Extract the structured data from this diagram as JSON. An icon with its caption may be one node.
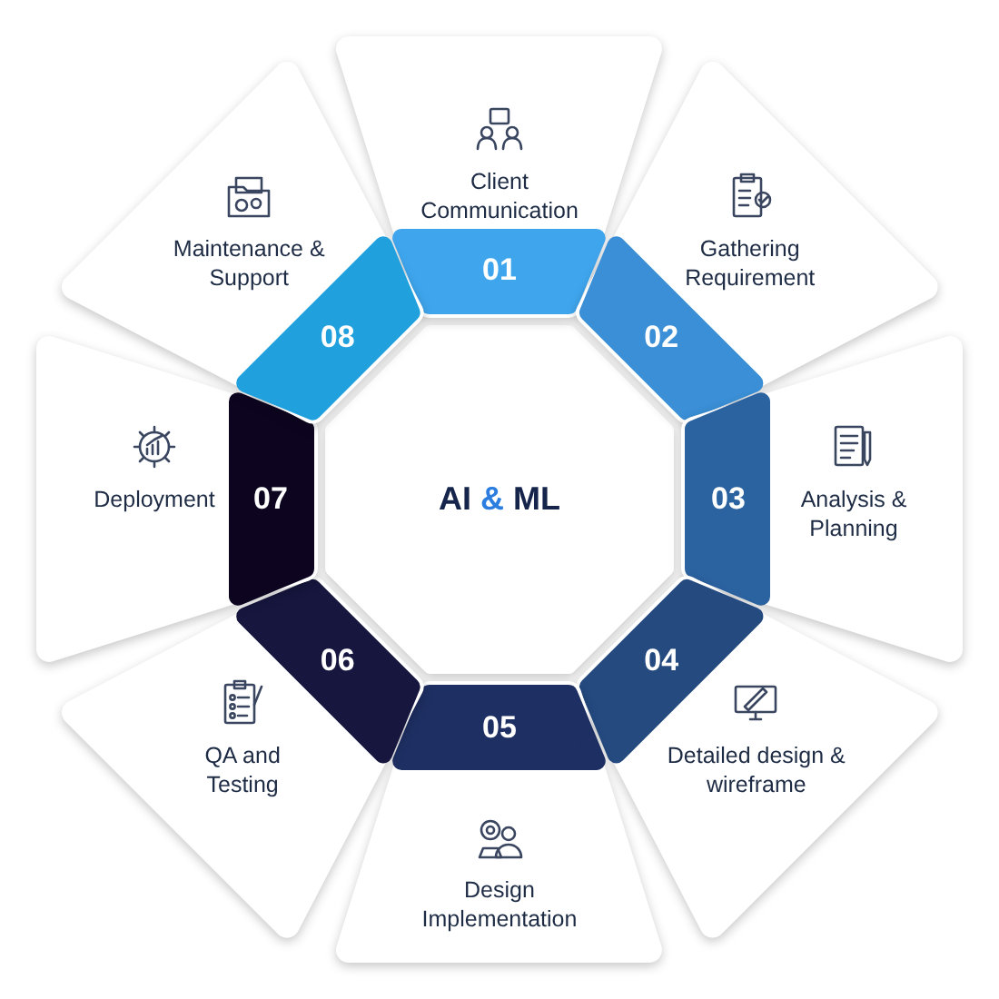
{
  "diagram": {
    "nodes": [
      {
        "text": [
          "AI & ML"
        ]
      },
      {
        "text": [
          "Client Communication",
          "01"
        ]
      },
      {
        "text": [
          "Gathering Requirement",
          "02"
        ]
      },
      {
        "text": [
          "03",
          "Analysis & Planning"
        ]
      },
      {
        "text": [
          "04",
          "Detailed design & wireframe"
        ]
      },
      {
        "text": [
          "05",
          "Design Implementation"
        ]
      },
      {
        "text": [
          "06",
          "QA and Testing"
        ]
      },
      {
        "text": [
          "Deployment",
          "07"
        ]
      },
      {
        "text": [
          "Maintenance & Support",
          "08"
        ]
      }
    ],
    "edges": []
  }
}
